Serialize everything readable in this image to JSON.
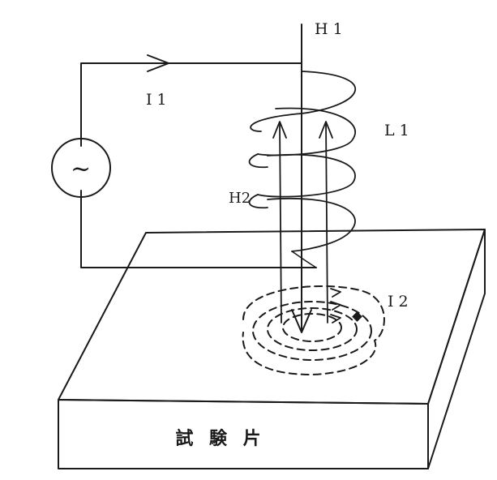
{
  "labels": {
    "h1": "H 1",
    "h2": "H2",
    "i1": "I 1",
    "i2": "I 2",
    "l1": "L 1",
    "source_symbol": "~",
    "specimen": "試 験 片"
  },
  "colors": {
    "ink": "#1a1a1a",
    "paper": "#ffffff"
  },
  "icons": {
    "source": "ac-source-icon",
    "current_arrow": "arrow-right-icon"
  }
}
